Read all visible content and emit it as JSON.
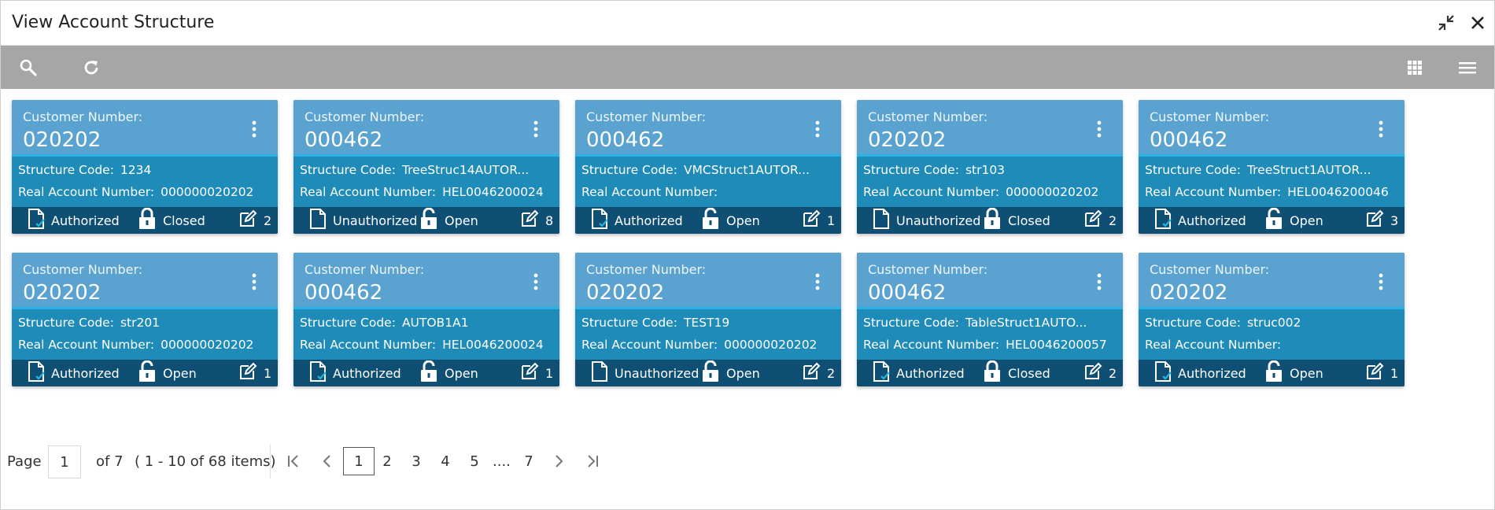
{
  "window": {
    "title": "View Account Structure"
  },
  "icons": {
    "search": "search-icon",
    "refresh": "refresh-icon",
    "grid": "grid-view-icon",
    "list": "list-view-icon",
    "minimize": "minimize-icon",
    "close": "close-icon"
  },
  "cards": [
    {
      "cn_label": "Customer Number:",
      "cn_value": "020202",
      "sc_label": "Structure Code:",
      "sc_value": "1234",
      "ra_label": "Real Account Number:",
      "ra_value": "000000020202",
      "auth": "Authorized",
      "lock": "Closed",
      "edit": "2"
    },
    {
      "cn_label": "Customer Number:",
      "cn_value": "000462",
      "sc_label": "Structure Code:",
      "sc_value": "TreeStruc14AUTOR...",
      "ra_label": "Real Account Number:",
      "ra_value": "HEL0046200024",
      "auth": "Unauthorized",
      "lock": "Open",
      "edit": "8"
    },
    {
      "cn_label": "Customer Number:",
      "cn_value": "000462",
      "sc_label": "Structure Code:",
      "sc_value": "VMCStruct1AUTOR...",
      "ra_label": "Real Account Number:",
      "ra_value": "",
      "auth": "Authorized",
      "lock": "Open",
      "edit": "1"
    },
    {
      "cn_label": "Customer Number:",
      "cn_value": "020202",
      "sc_label": "Structure Code:",
      "sc_value": "str103",
      "ra_label": "Real Account Number:",
      "ra_value": "000000020202",
      "auth": "Unauthorized",
      "lock": "Closed",
      "edit": "2"
    },
    {
      "cn_label": "Customer Number:",
      "cn_value": "000462",
      "sc_label": "Structure Code:",
      "sc_value": "TreeStruct1AUTOR...",
      "ra_label": "Real Account Number:",
      "ra_value": "HEL0046200046",
      "auth": "Authorized",
      "lock": "Open",
      "edit": "3"
    },
    {
      "cn_label": "Customer Number:",
      "cn_value": "020202",
      "sc_label": "Structure Code:",
      "sc_value": "str201",
      "ra_label": "Real Account Number:",
      "ra_value": "000000020202",
      "auth": "Authorized",
      "lock": "Open",
      "edit": "1"
    },
    {
      "cn_label": "Customer Number:",
      "cn_value": "000462",
      "sc_label": "Structure Code:",
      "sc_value": "AUTOB1A1",
      "ra_label": "Real Account Number:",
      "ra_value": "HEL0046200024",
      "auth": "Authorized",
      "lock": "Open",
      "edit": "1"
    },
    {
      "cn_label": "Customer Number:",
      "cn_value": "020202",
      "sc_label": "Structure Code:",
      "sc_value": "TEST19",
      "ra_label": "Real Account Number:",
      "ra_value": "000000020202",
      "auth": "Unauthorized",
      "lock": "Open",
      "edit": "2"
    },
    {
      "cn_label": "Customer Number:",
      "cn_value": "000462",
      "sc_label": "Structure Code:",
      "sc_value": "TableStruct1AUTO...",
      "ra_label": "Real Account Number:",
      "ra_value": "HEL0046200057",
      "auth": "Authorized",
      "lock": "Closed",
      "edit": "2"
    },
    {
      "cn_label": "Customer Number:",
      "cn_value": "020202",
      "sc_label": "Structure Code:",
      "sc_value": "struc002",
      "ra_label": "Real Account Number:",
      "ra_value": "",
      "auth": "Authorized",
      "lock": "Open",
      "edit": "1"
    }
  ],
  "pagination": {
    "page_label": "Page",
    "current_value": "1",
    "of_text": "of 7",
    "range_text": "( 1 - 10 of 68 items)",
    "pages": [
      "1",
      "2",
      "3",
      "4",
      "5",
      "....",
      "7"
    ]
  }
}
